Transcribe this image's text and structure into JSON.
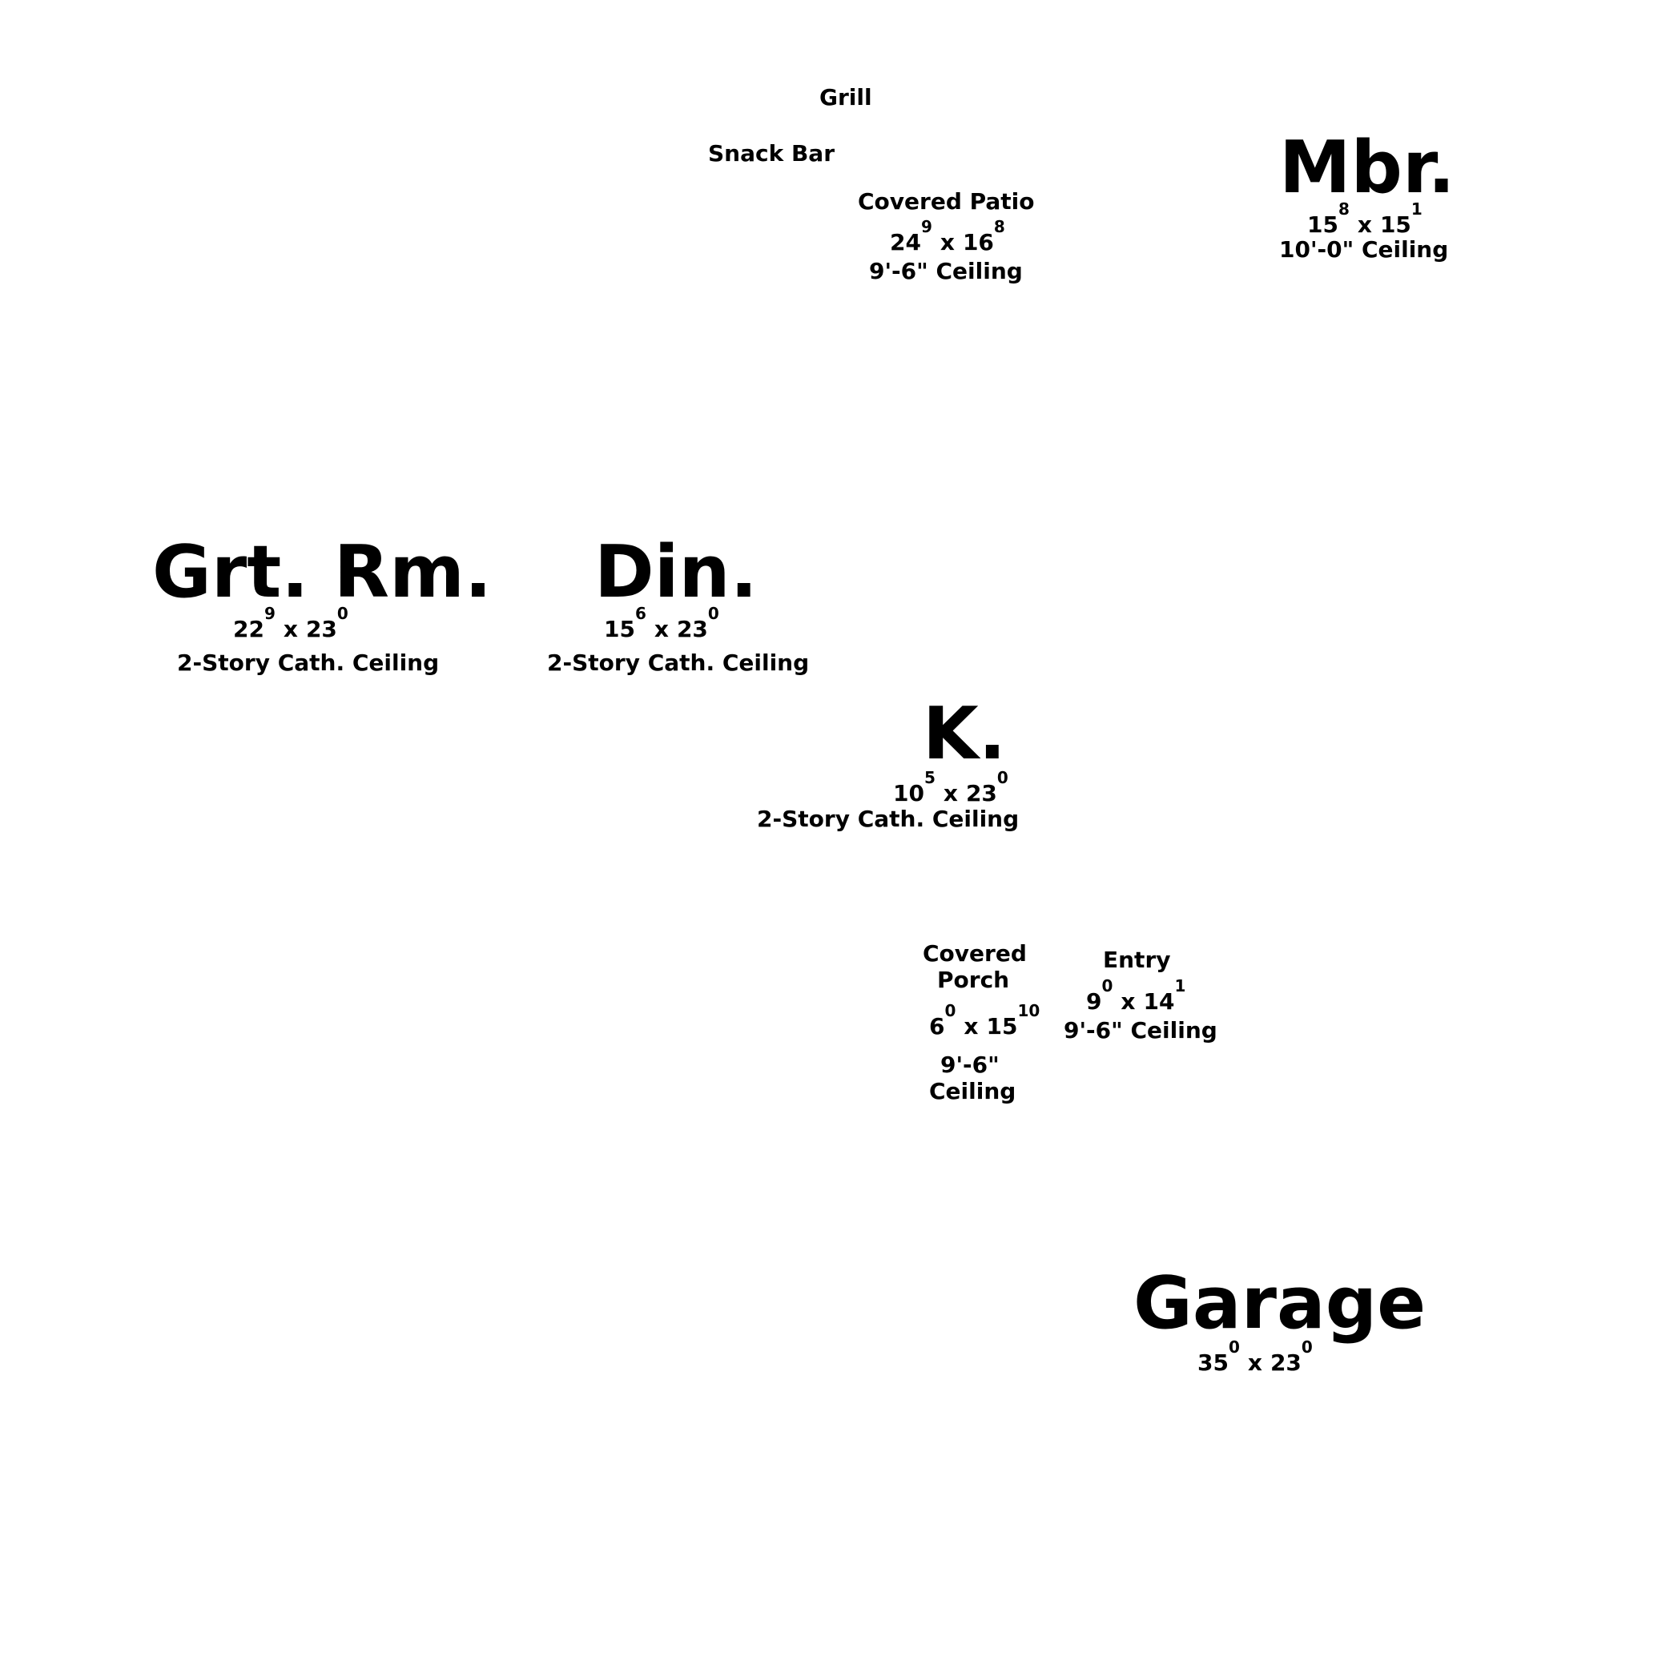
{
  "rooms": {
    "grill": {
      "name": "Grill"
    },
    "snack_bar": {
      "name": "Snack Bar"
    },
    "covered_patio": {
      "name": "Covered Patio",
      "dim_a": "24",
      "dim_a_sup": "9",
      "dim_b": "16",
      "dim_b_sup": "8",
      "ceiling": "9'-6\" Ceiling"
    },
    "mbr": {
      "name": "Mbr.",
      "dim_a": "15",
      "dim_a_sup": "8",
      "dim_b": "15",
      "dim_b_sup": "1",
      "ceiling": "10'-0\" Ceiling"
    },
    "great_room": {
      "name": "Grt. Rm.",
      "dim_a": "22",
      "dim_a_sup": "9",
      "dim_b": "23",
      "dim_b_sup": "0",
      "ceiling": "2-Story Cath. Ceiling"
    },
    "dining": {
      "name": "Din.",
      "dim_a": "15",
      "dim_a_sup": "6",
      "dim_b": "23",
      "dim_b_sup": "0",
      "ceiling": "2-Story Cath. Ceiling"
    },
    "kitchen": {
      "name": "K.",
      "dim_a": "10",
      "dim_a_sup": "5",
      "dim_b": "23",
      "dim_b_sup": "0",
      "ceiling": "2-Story Cath. Ceiling"
    },
    "covered_porch": {
      "name_line1": "Covered",
      "name_line2": "Porch",
      "dim_a": "6",
      "dim_a_sup": "0",
      "dim_b": "15",
      "dim_b_sup": "10",
      "ceiling_line1": "9'-6\"",
      "ceiling_line2": "Ceiling"
    },
    "entry": {
      "name": "Entry",
      "dim_a": "9",
      "dim_a_sup": "0",
      "dim_b": "14",
      "dim_b_sup": "1",
      "ceiling": "9'-6\" Ceiling"
    },
    "garage": {
      "name": "Garage",
      "dim_a": "35",
      "dim_a_sup": "0",
      "dim_b": "23",
      "dim_b_sup": "0"
    }
  },
  "separator": "x"
}
